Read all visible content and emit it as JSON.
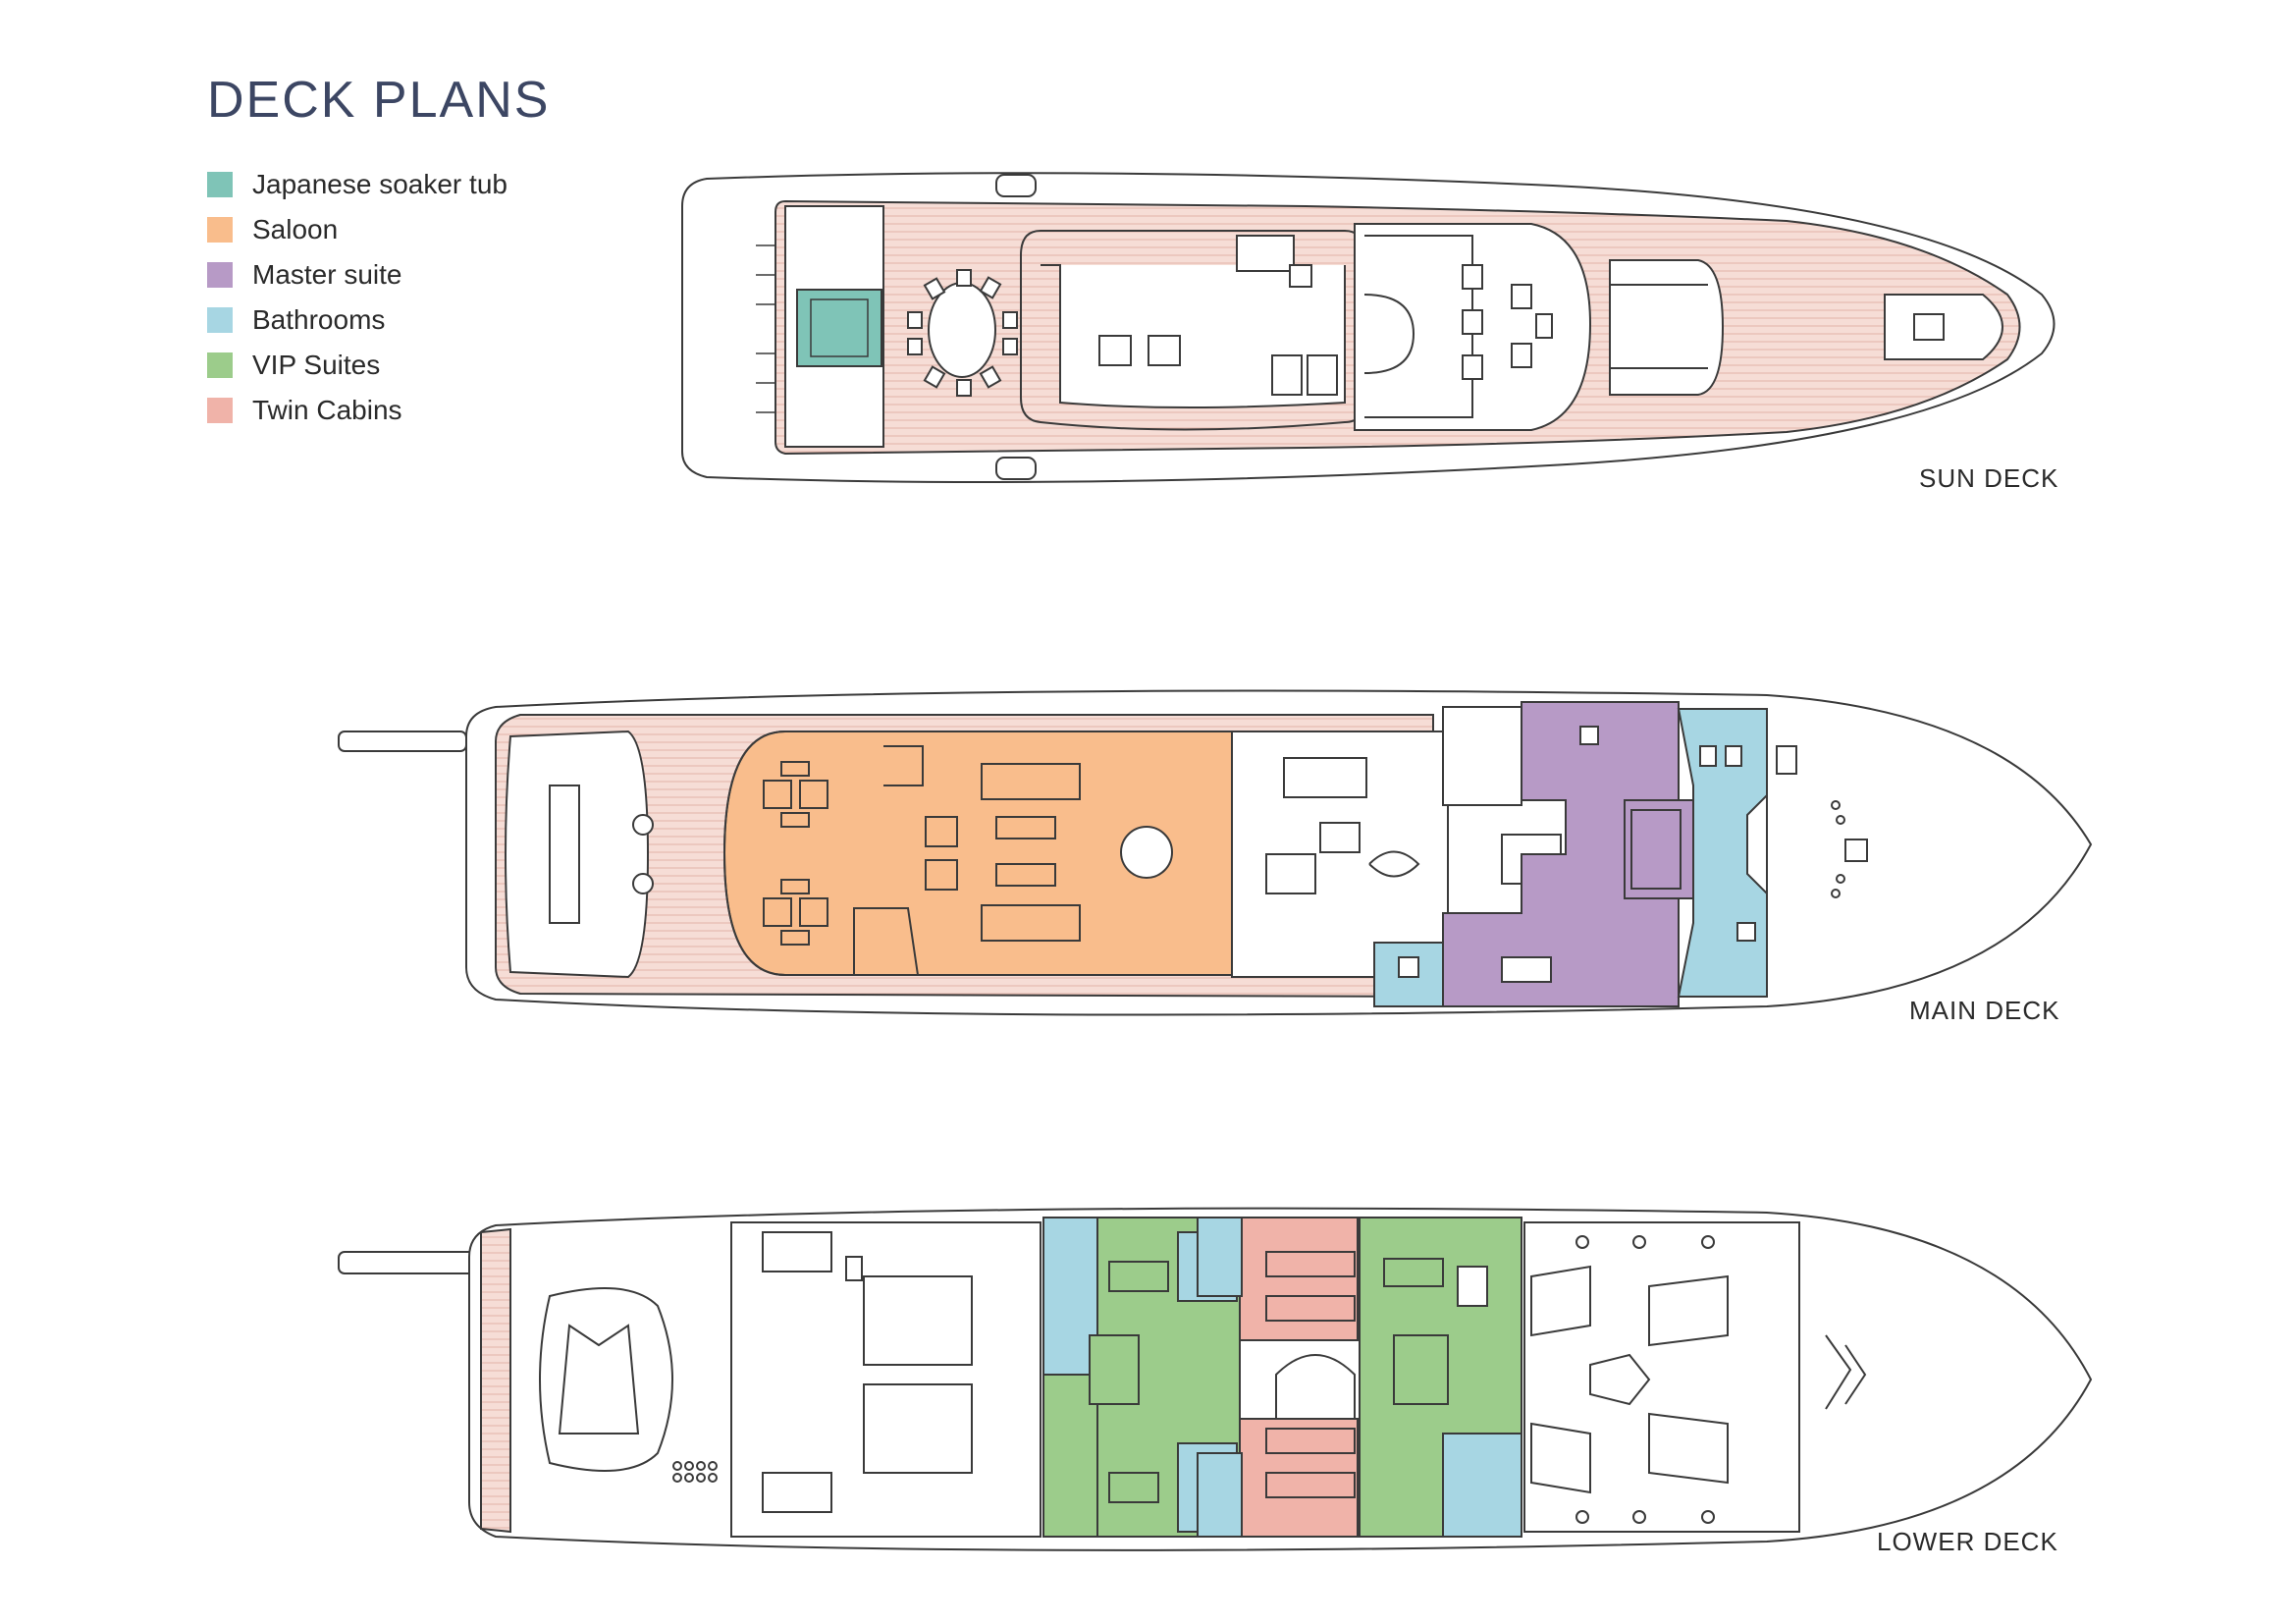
{
  "title": "DECK PLANS",
  "legend": [
    {
      "label": "Japanese soaker tub",
      "color": "#7fc4b7"
    },
    {
      "label": "Saloon",
      "color": "#f9bd8c"
    },
    {
      "label": "Master suite",
      "color": "#b79ac6"
    },
    {
      "label": "Bathrooms",
      "color": "#a7d6e3"
    },
    {
      "label": "VIP Suites",
      "color": "#9ccc8b"
    },
    {
      "label": "Twin Cabins",
      "color": "#f0b3a9"
    }
  ],
  "decks": {
    "sun": "SUN DECK",
    "main": "MAIN DECK",
    "lower": "LOWER DECK"
  },
  "colors": {
    "teak": "#f4d9d2",
    "line": "#3a3a3a"
  }
}
